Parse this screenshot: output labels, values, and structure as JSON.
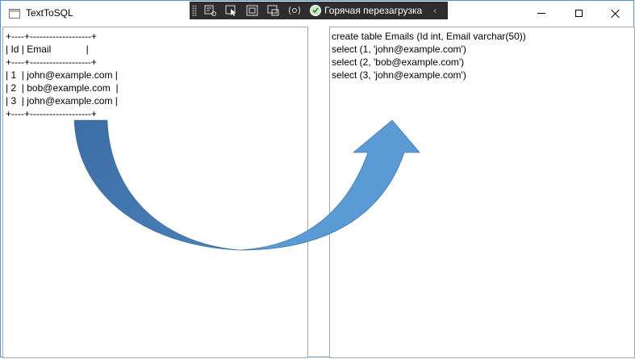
{
  "window": {
    "title": "TextToSQL"
  },
  "devtools": {
    "hot_reload_label": "Горячая перезагрузка",
    "icons": [
      "live-visual-tree-icon",
      "select-element-icon",
      "display-layout-adorners-icon",
      "track-focused-element-icon",
      "binding-failures-icon"
    ]
  },
  "left_pane": {
    "lines": [
      "+----+-------------------+",
      "| Id | Email             |",
      "+----+-------------------+",
      "| 1  | john@example.com |",
      "| 2  | bob@example.com  |",
      "| 3  | john@example.com |",
      "+----+-------------------+"
    ]
  },
  "right_pane": {
    "lines": [
      "create table Emails (Id int, Email varchar(50))",
      "select (1, 'john@example.com')",
      "select (2, 'bob@example.com')",
      "select (3, 'john@example.com')"
    ]
  },
  "colors": {
    "arrow_left": "#3f73a8",
    "arrow_right": "#5b9bd5",
    "accent": "#5b8fd6"
  }
}
